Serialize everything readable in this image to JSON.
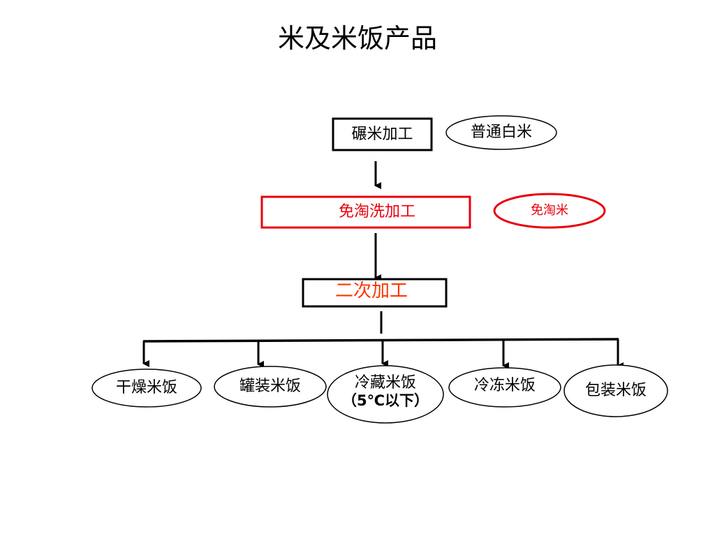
{
  "title": "米及米饭产品",
  "nodes": {
    "milling": "碾米加工",
    "plain_rice": "普通白米",
    "no_wash_process": "免淘洗加工",
    "no_wash_rice": "免淘米",
    "secondary_process": "二次加工",
    "dried_rice": "干燥米饭",
    "canned_rice": "罐装米饭",
    "chilled_rice_line1": "冷藏米饭",
    "chilled_rice_line2": "（5℃以下）",
    "frozen_rice": "冷冻米饭",
    "packaged_rice": "包装米饭"
  },
  "colors": {
    "line": "#000000",
    "highlight": "#e8000d",
    "secondary_text": "#ff3300"
  }
}
